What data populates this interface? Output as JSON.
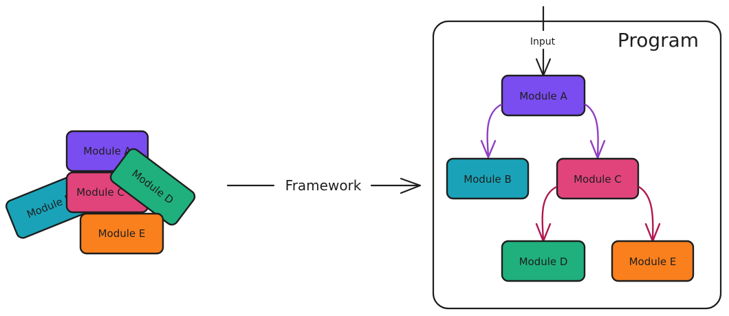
{
  "colors": {
    "module_a": "#7a4df0",
    "module_b": "#1aa3b8",
    "module_c": "#e0447a",
    "module_d": "#1fb07e",
    "module_e": "#f9801d",
    "arrow_purple": "#8e3fc2",
    "arrow_crimson": "#b0184f",
    "ink": "#1e1e1e"
  },
  "pile": {
    "module_a": "Module A",
    "module_b": "Module B",
    "module_c": "Module C",
    "module_d": "Module D",
    "module_e": "Module E"
  },
  "connector": {
    "label": "Framework"
  },
  "program": {
    "title": "Program",
    "input_label": "Input",
    "module_a": "Module A",
    "module_b": "Module B",
    "module_c": "Module C",
    "module_d": "Module D",
    "module_e": "Module E"
  }
}
